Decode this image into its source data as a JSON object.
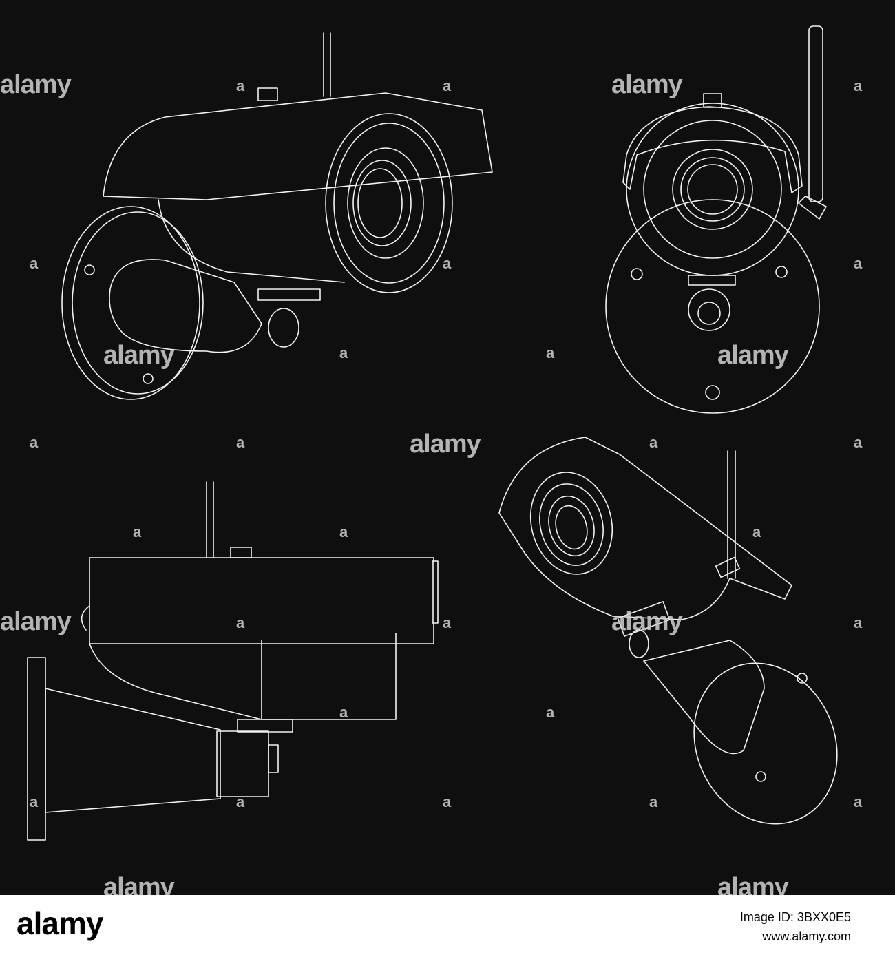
{
  "watermark": {
    "text": "alamy",
    "letter": "a"
  },
  "footer": {
    "logo": "alamy",
    "image_id": "Image ID: 3BXX0E5",
    "url": "www.alamy.com"
  },
  "colors": {
    "background": "#0f0f0f",
    "line": "#f2f2f2",
    "footer": "#ffffff"
  }
}
